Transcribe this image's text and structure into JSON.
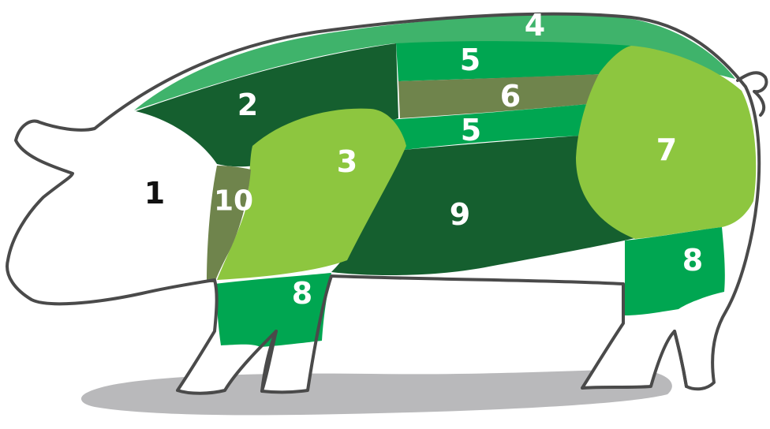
{
  "colors": {
    "background": "#ffffff",
    "shadow": "#b9b9bb",
    "outline": "#4a4a4a",
    "white_region": "#ffffff",
    "light_green": "#8dc63f",
    "mid_green": "#00a651",
    "back_fat_green": "#3fb36b",
    "dark_green": "#155f2f",
    "olive": "#6f844c"
  },
  "regions": [
    {
      "number": "1",
      "color": "white_region"
    },
    {
      "number": "2",
      "color": "dark_green"
    },
    {
      "number": "3",
      "color": "light_green"
    },
    {
      "number": "4",
      "color": "back_fat_green"
    },
    {
      "number": "5",
      "color": "mid_green"
    },
    {
      "number": "6",
      "color": "olive"
    },
    {
      "number": "5",
      "color": "mid_green"
    },
    {
      "number": "7",
      "color": "light_green"
    },
    {
      "number": "8",
      "color": "mid_green"
    },
    {
      "number": "8",
      "color": "mid_green"
    },
    {
      "number": "9",
      "color": "dark_green"
    },
    {
      "number": "10",
      "color": "olive"
    }
  ]
}
